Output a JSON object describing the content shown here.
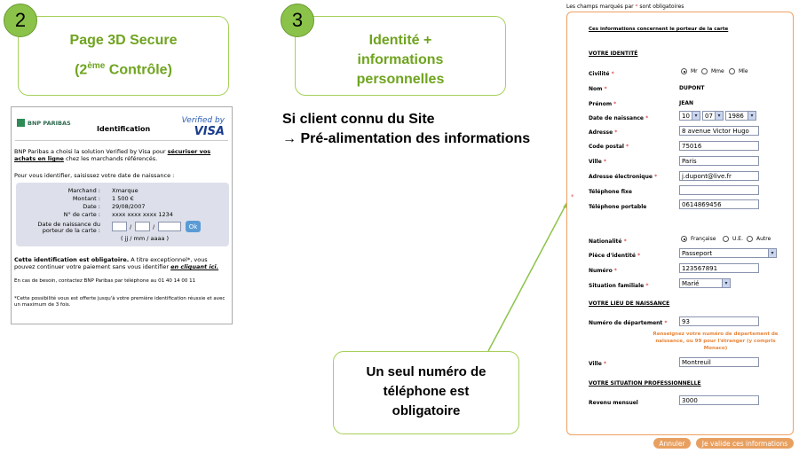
{
  "step2": {
    "number": "2",
    "title": "Page 3D Secure",
    "subtitle_pre": "(2",
    "subtitle_sup": "ème",
    "subtitle_post": " Contrôle)"
  },
  "step3": {
    "number": "3",
    "line1": "Identité +",
    "line2": "informations",
    "line3": "personnelles"
  },
  "center_text": {
    "line1": "Si client connu du Site",
    "line2": "→ Pré-alimentation des informations"
  },
  "callout": {
    "line1": "Un seul numéro de",
    "line2": "téléphone est",
    "line3": "obligatoire"
  },
  "bnp": {
    "logo": "BNP PARIBAS",
    "title": "Identification",
    "verified_line1": "Verified by",
    "verified_line2": "VISA",
    "intro_pre": "BNP Paribas a choisi la solution Verified by Visa pour ",
    "intro_link": "sécuriser vos achats en ligne",
    "intro_post": " chez les marchands référencés.",
    "instruction": "Pour vous identifier, saisissez votre date de naissance :",
    "merchant_label": "Marchand :",
    "merchant_value": "Xmarque",
    "amount_label": "Montant :",
    "amount_value": "1 500 €",
    "date_label": "Date :",
    "date_value": "29/08/2007",
    "card_label": "N° de carte :",
    "card_value": "xxxx xxxx xxxx 1234",
    "dob_label_1": "Date de naissance du",
    "dob_label_2": "porteur de la carte :",
    "dob_sep": "/",
    "dob_format": "( jj / mm / aaaa )",
    "ok_label": "Ok",
    "mandatory_bold": "Cette identification est obligatoire.",
    "mandatory_rest": " A titre exceptionnel*, vous pouvez continuer votre paiement sans vous identifier ",
    "mandatory_link": "en cliquant ici.",
    "contact": "En cas de besoin, contactez BNP Paribas par téléphone au 01 40 14 00 11",
    "footnote": "*Cette possibilité vous est offerte jusqu'à votre première identification réussie et avec un maximum de 3 fois."
  },
  "form": {
    "top_note_pre": "Les champs marqués par ",
    "top_note_star": "*",
    "top_note_post": " sont obligatoires",
    "holder_link": "Ces informations concernent le porteur de la carte",
    "section_identity": "VOTRE IDENTITÉ",
    "civilite_label": "Civilité",
    "civilite_options": [
      "Mr",
      "Mme",
      "Mle"
    ],
    "nom_label": "Nom",
    "nom_value": "DUPONT",
    "prenom_label": "Prénom",
    "prenom_value": "JEAN",
    "dob_label": "Date de naissance",
    "dob_day": "10",
    "dob_month": "07",
    "dob_year": "1986",
    "adresse_label": "Adresse",
    "adresse_value": "8 avenue Victor Hugo",
    "cp_label": "Code postal",
    "cp_value": "75016",
    "ville_label": "Ville",
    "ville_value": "Paris",
    "email_label": "Adresse électronique",
    "email_value": "j.dupont@live.fr",
    "tel_fixe_label": "Téléphone fixe",
    "tel_fixe_value": "",
    "tel_port_label": "Téléphone portable",
    "tel_port_value": "0614869456",
    "star": "*",
    "nationalite_label": "Nationalité",
    "nationalite_options": [
      "Française",
      "U.E.",
      "Autre"
    ],
    "piece_label": "Pièce d'identité",
    "piece_value": "Passeport",
    "numero_label": "Numéro",
    "numero_value": "123567891",
    "sitfam_label": "Situation familiale",
    "sitfam_value": "Marié",
    "section_birthplace": "VOTRE LIEU DE NAISSANCE",
    "dept_label": "Numéro de département",
    "dept_value": "93",
    "dept_hint": "Renseignez votre numéro de département de naissance, ou 99 pour l'étranger (y compris Monaco)",
    "ville_naiss_label": "Ville",
    "ville_naiss_value": "Montreuil",
    "section_pro": "VOTRE SITUATION PROFESSIONNELLE",
    "revenu_label": "Revenu mensuel",
    "revenu_value": "3000",
    "cancel_label": "Annuler",
    "validate_label": "Je valide ces informations"
  },
  "colors": {
    "green": "#8bc34a",
    "green_text": "#6fa41f",
    "orange": "#e8a060",
    "star_red": "#e05050"
  }
}
